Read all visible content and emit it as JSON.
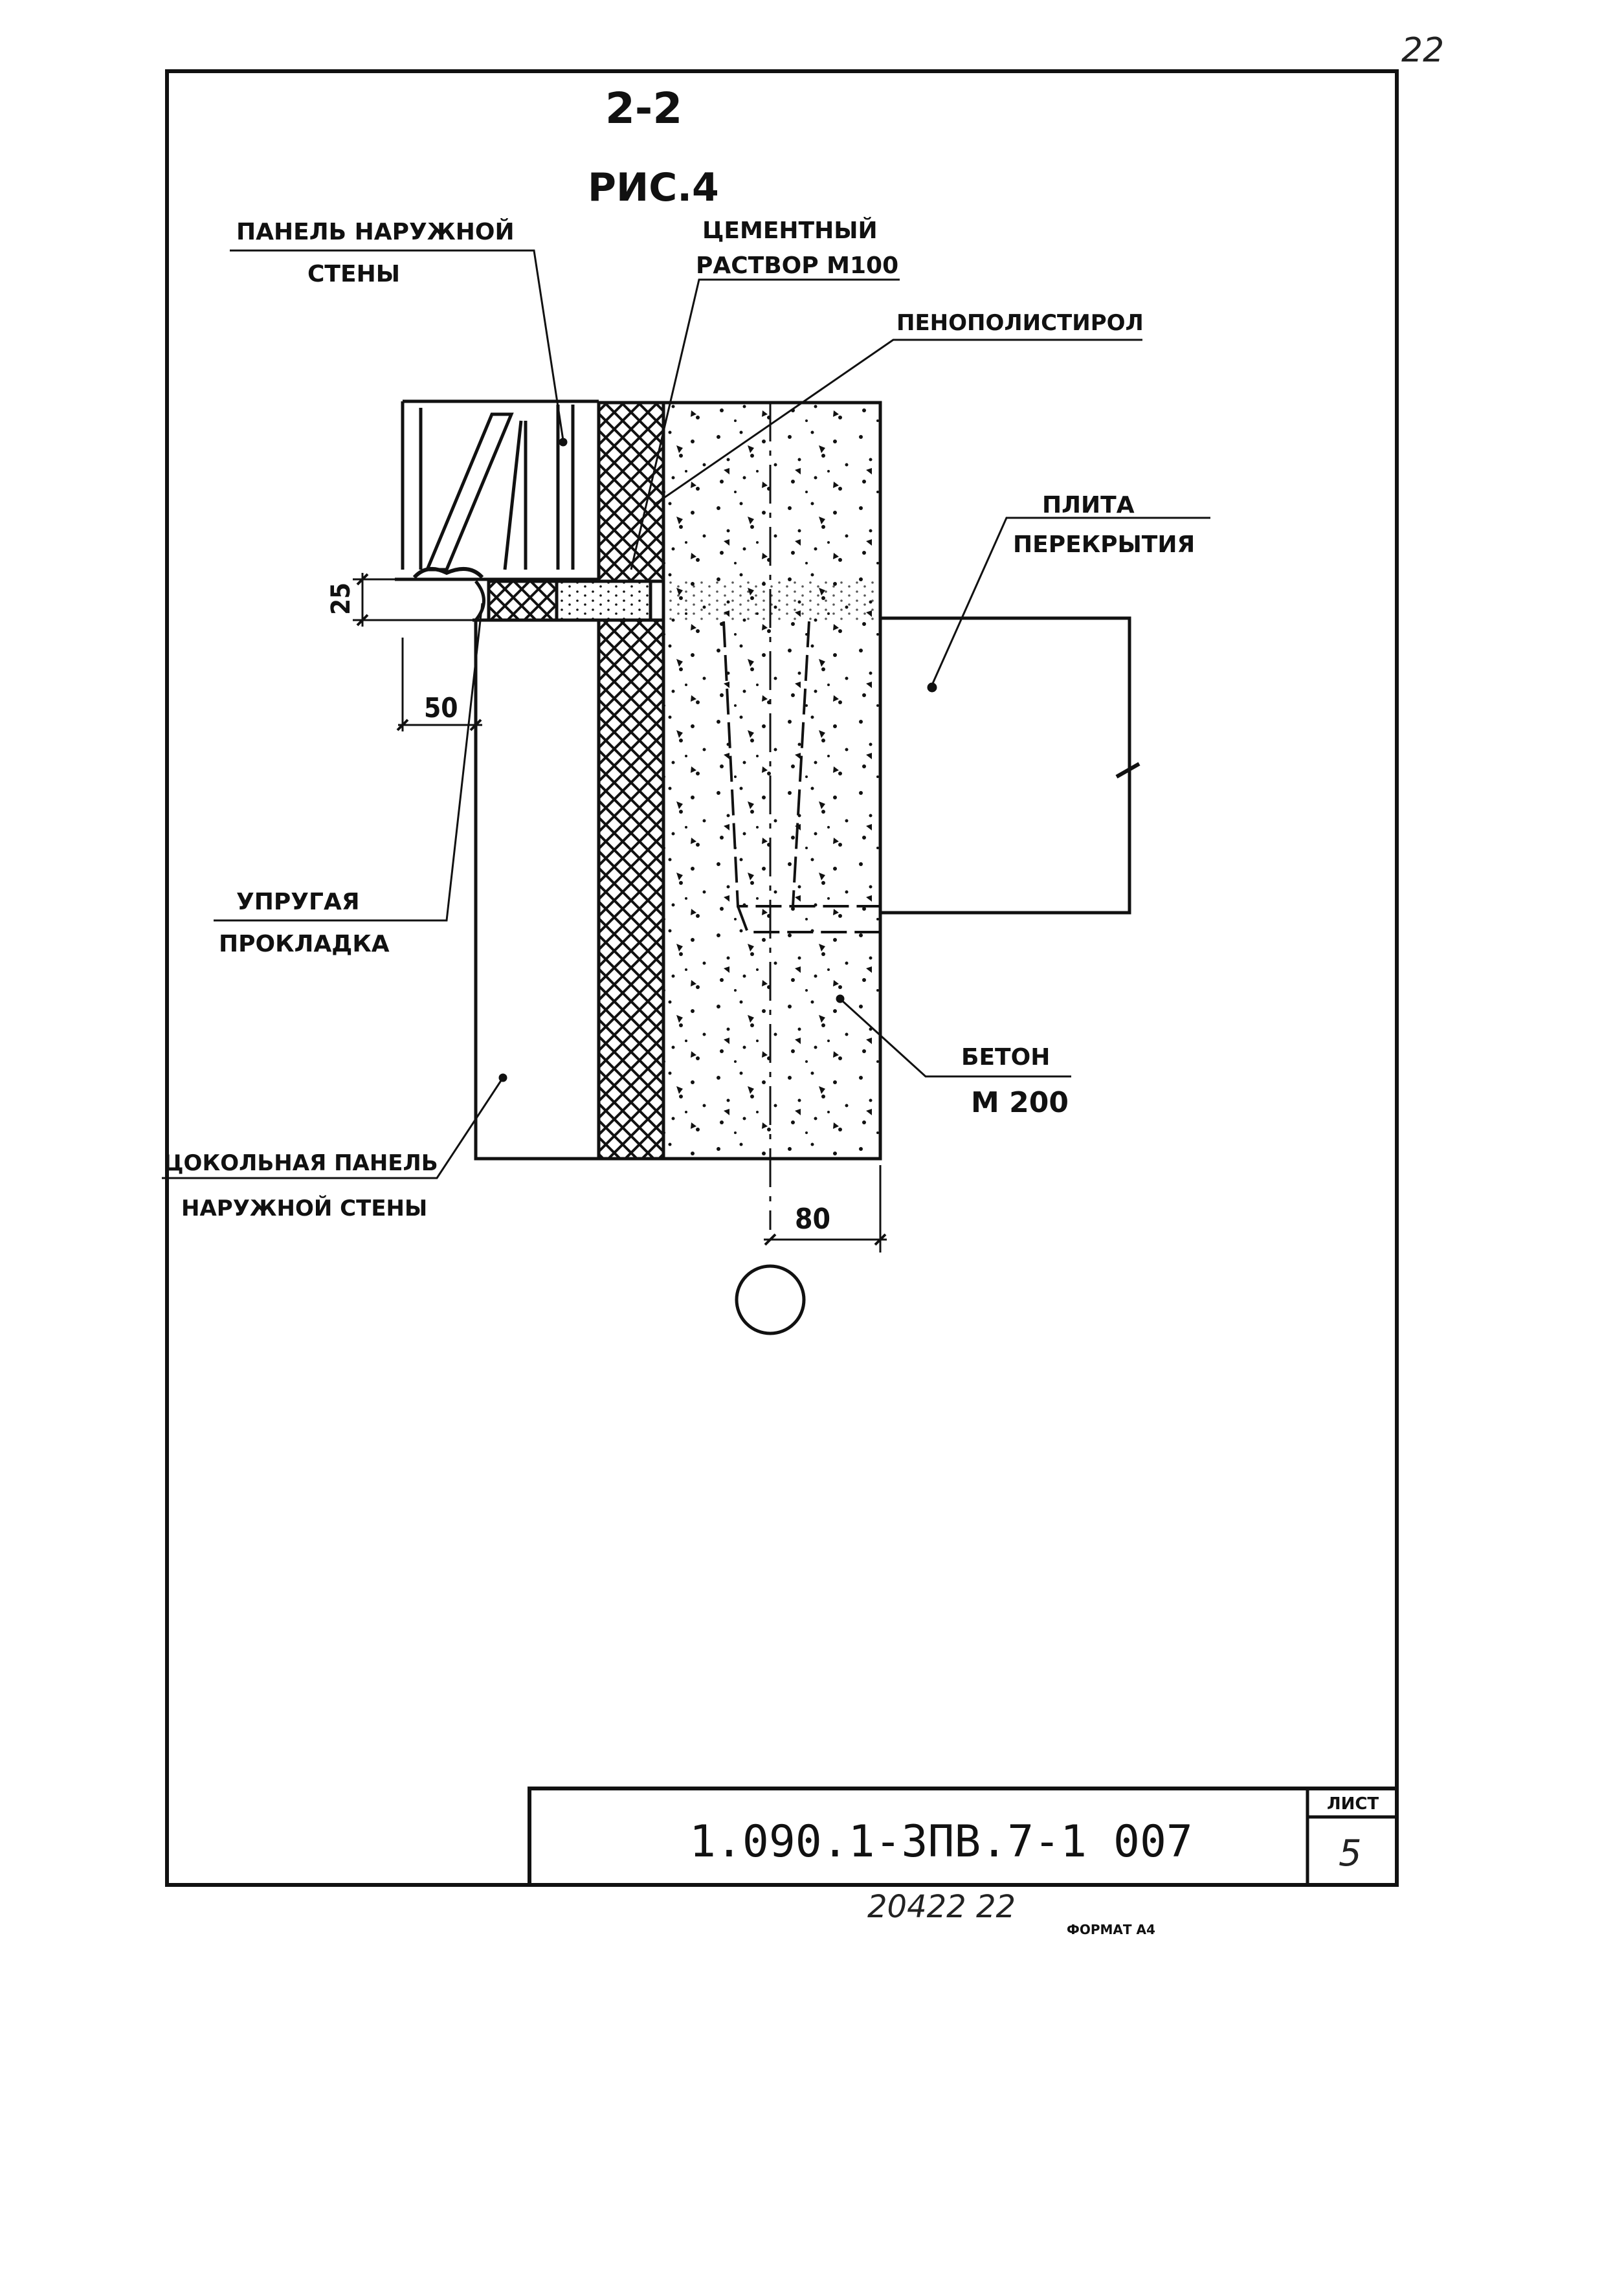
{
  "page_number": "22",
  "section": {
    "cut_label": "2-2",
    "figure_label": "РИС.4"
  },
  "labels": {
    "outer_wall_panel_1": "ПАНЕЛЬ НАРУЖНОЙ",
    "outer_wall_panel_2": "СТЕНЫ",
    "cement_mortar_1": "ЦЕМЕНТНЫЙ",
    "cement_mortar_2": "РАСТВОР М100",
    "foam_polystyrene": "ПЕНОПОЛИСТИРОЛ",
    "slab_1": "ПЛИТА",
    "slab_2": "ПЕРЕКРЫТИЯ",
    "elastic_gasket_1": "УПРУГАЯ",
    "elastic_gasket_2": "ПРОКЛАДКА",
    "concrete_1": "БЕТОН",
    "concrete_2": "М 200",
    "plinth_panel_1": "ЦОКОЛЬНАЯ ПАНЕЛЬ",
    "plinth_panel_2": "НАРУЖНОЙ СТЕНЫ"
  },
  "dimensions": {
    "joint": "25",
    "offset": "50",
    "axis": "80"
  },
  "title_block": {
    "code": "1.090.1-3ПВ.7-1   007",
    "sheet_label": "ЛИСТ",
    "sheet_number": "5"
  },
  "footer": {
    "inventory": "20422   22",
    "format": "ФОРМАТ А4"
  }
}
